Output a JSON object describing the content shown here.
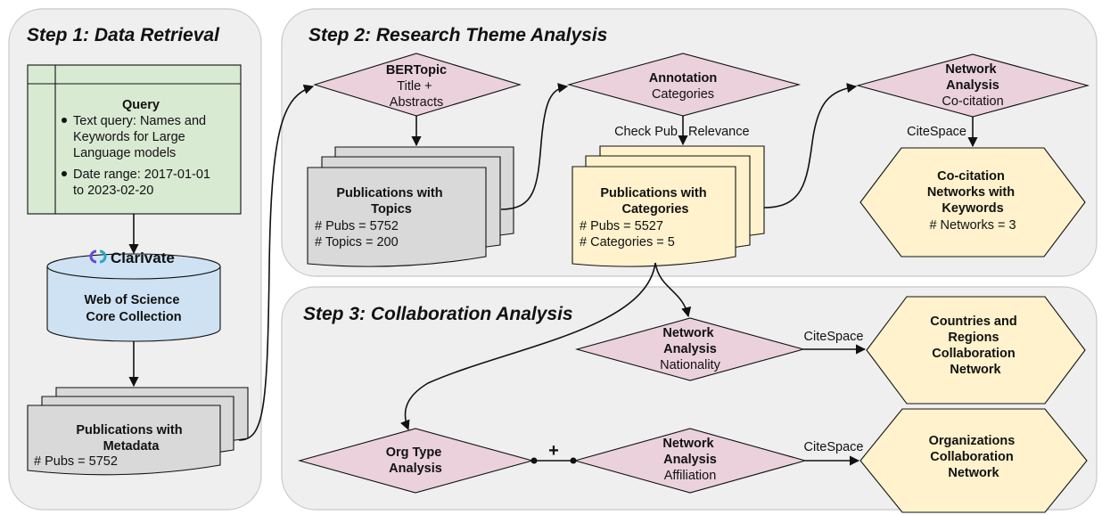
{
  "steps": {
    "step1_title": "Step 1: Data Retrieval",
    "step2_title": "Step 2: Research Theme Analysis",
    "step3_title": "Step 3: Collaboration Analysis"
  },
  "query": {
    "title": "Query",
    "bullet1": [
      "Text query: Names and",
      "Keywords for Large",
      "Language models"
    ],
    "bullet2": [
      "Date range: 2017-01-01",
      "to 2023-02-20"
    ]
  },
  "database": {
    "logo": "Clarivate",
    "name": [
      "Web of Science",
      "Core Collection"
    ]
  },
  "pubs_metadata": {
    "title": [
      "Publications with",
      "Metadata"
    ],
    "detail": [
      "# Pubs = 5752"
    ]
  },
  "bertopic": {
    "title": "BERTopic",
    "sub": [
      "Title +",
      "Abstracts"
    ]
  },
  "pubs_topics": {
    "title": [
      "Publications with",
      "Topics"
    ],
    "detail": [
      "# Pubs = 5752",
      "# Topics = 200"
    ]
  },
  "annotation": {
    "title": "Annotation",
    "sub": [
      "Categories"
    ]
  },
  "pubs_categories": {
    "title": [
      "Publications with",
      "Categories"
    ],
    "detail": [
      "# Pubs = 5527",
      "# Categories = 5"
    ]
  },
  "network_cocitation": {
    "title": [
      "Network",
      "Analysis"
    ],
    "sub": [
      "Co-citation"
    ]
  },
  "cocitation_networks": {
    "title": [
      "Co-citation",
      "Networks with",
      "Keywords"
    ],
    "detail": [
      "# Networks = 3"
    ]
  },
  "network_nationality": {
    "title": [
      "Network",
      "Analysis"
    ],
    "sub": [
      "Nationality"
    ]
  },
  "countries_network": {
    "title": [
      "Countries and",
      "Regions",
      "Collaboration",
      "Network"
    ]
  },
  "org_type": {
    "title": [
      "Org Type",
      "Analysis"
    ]
  },
  "network_affiliation": {
    "title": [
      "Network",
      "Analysis"
    ],
    "sub": [
      "Affiliation"
    ]
  },
  "org_network": {
    "title": [
      "Organizations",
      "Collaboration",
      "Network"
    ]
  },
  "edge_labels": {
    "check_pub": "Check Pub",
    "relevance": "Relevance",
    "citespace_1": "CiteSpace",
    "citespace_2": "CiteSpace",
    "citespace_3": "CiteSpace",
    "plus": "+"
  },
  "colors": {
    "panel": "#efefef",
    "query_fill": "#d9ead3",
    "database_fill": "#cfe2f3",
    "document_fill": "#d9d9d9",
    "process_fill": "#ead1dc",
    "output_fill": "#fff2cc"
  }
}
